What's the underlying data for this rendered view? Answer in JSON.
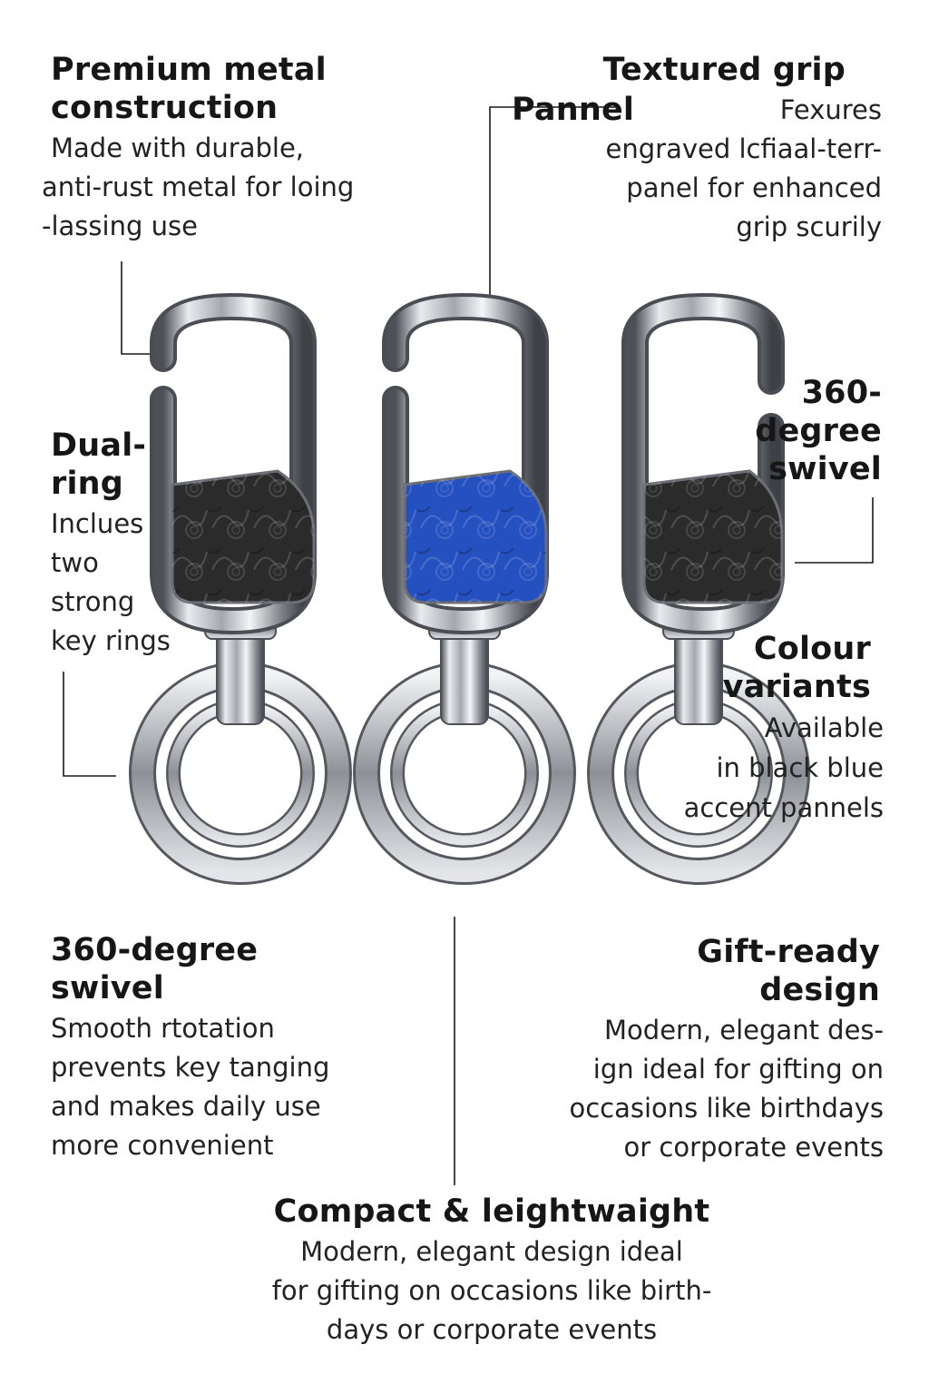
{
  "colors": {
    "black_panel": "#2b2b2b",
    "blue_panel": "#2550c0",
    "metal_dark": "#5a5e64",
    "metal_light": "#eceef1",
    "leader_line": "#1a1a1a"
  },
  "products": [
    {
      "name": "keychain-black",
      "panel_color": "#2b2b2b"
    },
    {
      "name": "keychain-blue",
      "panel_color": "#2550c0"
    },
    {
      "name": "keychain-black",
      "panel_color": "#2b2b2b"
    }
  ],
  "callouts": {
    "premium_metal": {
      "title": "Premium metal\nconstruction",
      "desc": "Made with durable,\nanti-rust metal for loing\n-lassing use"
    },
    "textured_grip": {
      "title": "Textured grip",
      "title2": "Pannel",
      "desc": "Fexures\nengraved  lcfiaal-terr-\npanel for enhanced\ngrip scurily"
    },
    "dual_ring": {
      "title": "Dual-\nring",
      "desc": "Inclues\ntwo\nstrong\nkey rings"
    },
    "swivel_right": {
      "title": "360-\ndegree\nswivel"
    },
    "colour_variants": {
      "title": "Colour\nvariants",
      "desc": "Available\nin black blue\naccent pannels"
    },
    "swivel_left": {
      "title": "360-degree\nswivel",
      "desc": "Smooth rtotation\nprevents key tanging\nand makes daily use\nmore convenient"
    },
    "gift_ready": {
      "title": "Gift-ready\ndesign",
      "desc": "Modern, elegant des-\nign ideal for gifting on\noccasions like birthdays\nor corporate events"
    },
    "compact": {
      "title": "Compact & leightwaight",
      "desc": "Modern, elegant design ideal\nfor gifting on occasions like birth-\ndays or corporate events"
    }
  }
}
